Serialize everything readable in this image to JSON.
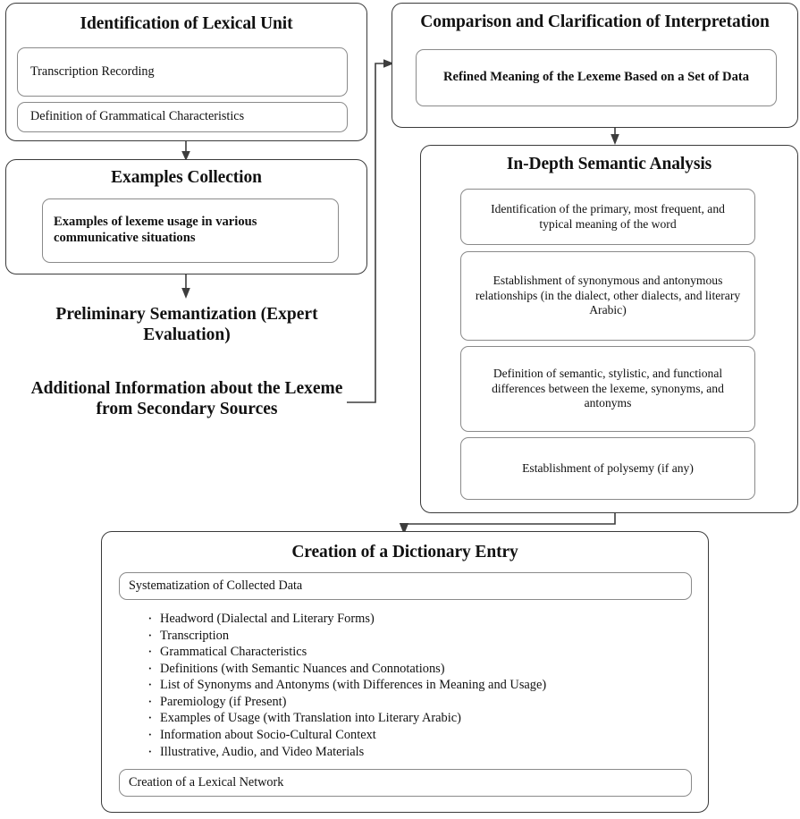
{
  "diagram": {
    "title": "Lexicographic workflow flowchart",
    "stages": [
      {
        "id": "identification",
        "heading": "Identification of Lexical Unit",
        "items": [
          "Transcription Recording",
          "Definition of Grammatical Characteristics"
        ]
      },
      {
        "id": "examples",
        "heading": "Examples Collection",
        "items": [
          "Examples of lexeme usage in various communicative situations"
        ]
      },
      {
        "id": "comparison",
        "heading": "Comparison and Clarification of Interpretation",
        "items": [
          "Refined Meaning of the Lexeme Based on a Set of Data"
        ]
      },
      {
        "id": "semantic-analysis",
        "heading": "In-Depth Semantic Analysis",
        "items": [
          "Identification of the primary, most frequent, and typical meaning of the word",
          "Establishment of synonymous and antonymous relationships (in the dialect, other dialects, and literary Arabic)",
          "Definition of semantic, stylistic, and functional differences between the lexeme, synonyms, and antonyms",
          "Establishment of polysemy (if any)"
        ]
      },
      {
        "id": "dictionary-entry",
        "heading": "Creation of a Dictionary Entry",
        "systematization": "Systematization of Collected Data",
        "entry_components": [
          "Headword (Dialectal and Literary Forms)",
          "Transcription",
          "Grammatical Characteristics",
          "Definitions (with Semantic Nuances and Connotations)",
          "List of Synonyms and Antonyms (with Differences in Meaning and Usage)",
          "Paremiology (if Present)",
          "Examples of Usage (with Translation into Literary Arabic)",
          "Information about Socio-Cultural Context",
          "Illustrative, Audio, and Video Materials"
        ],
        "lexical_network": "Creation of a Lexical Network"
      }
    ],
    "free_labels": [
      "Preliminary Semantization (Expert Evaluation)",
      "Additional Information about the Lexeme from Secondary Sources"
    ],
    "colors": {
      "outer_border": "#3a3a3a",
      "inner_border": "#8a8a8a",
      "connector": "#3d3d3d",
      "text": "#111111",
      "background": "#ffffff"
    }
  }
}
